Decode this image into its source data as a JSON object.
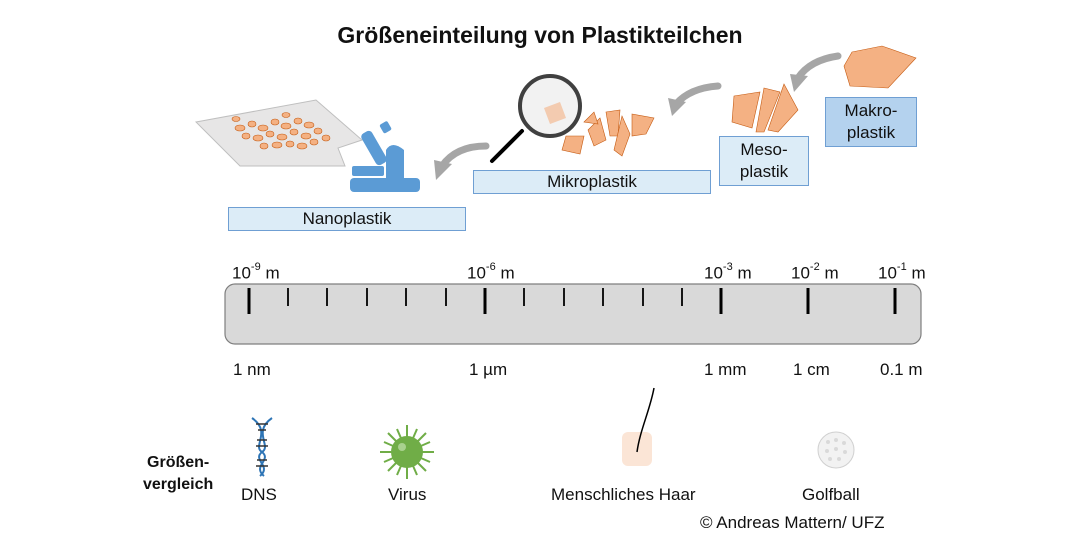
{
  "title": "Größeneinteilung von Plastikteilchen",
  "categories": {
    "nano": "Nanoplastik",
    "mikro": "Mikroplastik",
    "meso_line1": "Meso-",
    "meso_line2": "plastik",
    "makro_line1": "Makro-",
    "makro_line2": "plastik"
  },
  "scale": {
    "top_labels": [
      {
        "base": "10",
        "exp": "-9",
        "unit": "m"
      },
      {
        "base": "10",
        "exp": "-6",
        "unit": "m"
      },
      {
        "base": "10",
        "exp": "-3",
        "unit": "m"
      },
      {
        "base": "10",
        "exp": "-2",
        "unit": "m"
      },
      {
        "base": "10",
        "exp": "-1",
        "unit": "m"
      }
    ],
    "bottom_labels": [
      "1 nm",
      "1 µm",
      "1 mm",
      "1 cm",
      "0.1 m"
    ]
  },
  "comparison": {
    "title_line1": "Größen-",
    "title_line2": "vergleich",
    "items": [
      "DNS",
      "Virus",
      "Menschliches Haar",
      "Golfball"
    ]
  },
  "copyright": "© Andreas Mattern/ UFZ",
  "colors": {
    "plastic": "#f4b183",
    "plastic_stroke": "#c55a11",
    "box_border": "#6f9fd3",
    "box_light": "#dcecf7",
    "box_mid": "#b4d2ee",
    "microscope": "#5b9bd5",
    "ruler_fill": "#d9d9d9",
    "arrow": "#a6a6a6",
    "virus": "#70ad47"
  }
}
